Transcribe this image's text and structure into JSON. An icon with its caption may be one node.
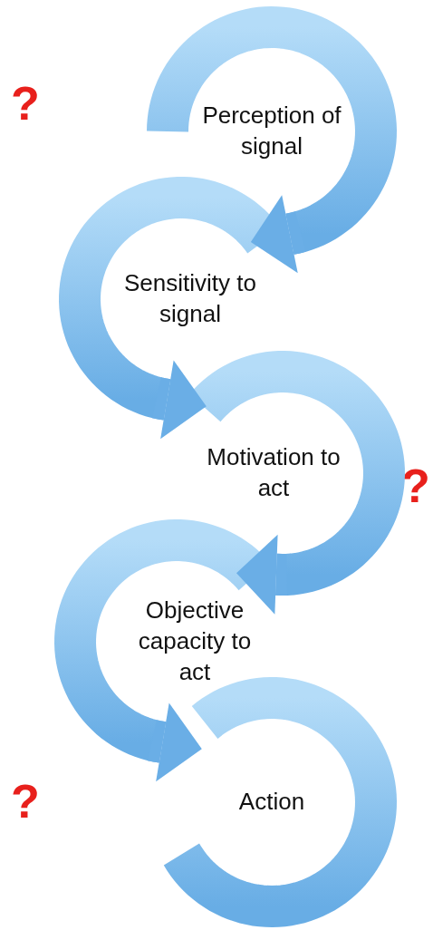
{
  "diagram": {
    "nodes": [
      {
        "text": [
          "Perception of signal"
        ]
      },
      {
        "text": [
          "Sensitivity to signal"
        ]
      },
      {
        "text": [
          "Motivation to act"
        ]
      },
      {
        "text": [
          "Objective capacity to act"
        ]
      },
      {
        "text": [
          "Action"
        ]
      }
    ],
    "edges": [
      {
        "from": 0,
        "to": 1,
        "arrow": "to"
      },
      {
        "from": 1,
        "to": 2,
        "arrow": "to"
      },
      {
        "from": 2,
        "to": 3,
        "arrow": "to"
      },
      {
        "from": 3,
        "to": 4,
        "arrow": "to"
      }
    ],
    "labels": [
      "?",
      "?",
      "?"
    ]
  }
}
